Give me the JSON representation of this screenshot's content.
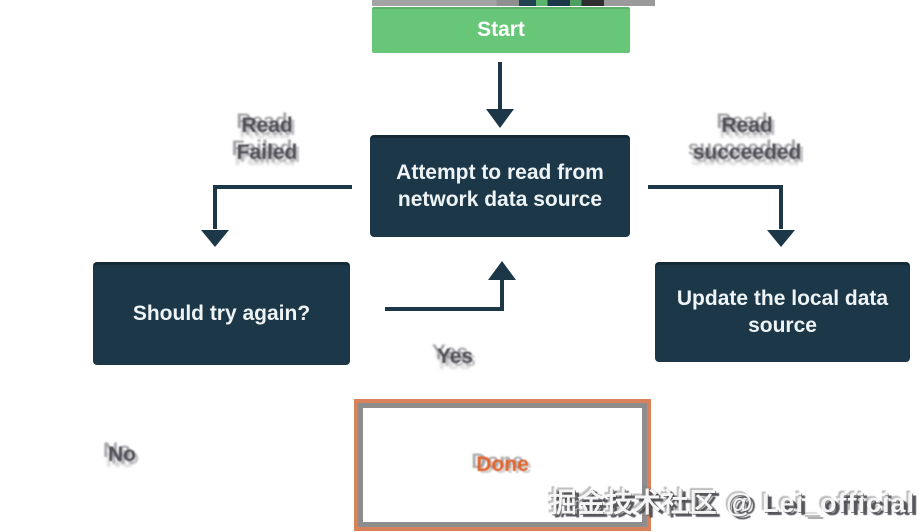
{
  "diagram": {
    "nodes": {
      "start": {
        "label": "Start"
      },
      "attempt": {
        "lines": [
          "Attempt to read from",
          "network data source"
        ]
      },
      "should_try": {
        "label": "Should try again?"
      },
      "update": {
        "lines": [
          "Update the local data",
          "source"
        ]
      },
      "done": {
        "label": "Done"
      }
    },
    "edge_labels": {
      "read_failed": {
        "lines": [
          "Read",
          "Failed"
        ]
      },
      "read_succeeded": {
        "lines": [
          "Read",
          "succeeded"
        ]
      },
      "yes": "Yes",
      "no": "No"
    },
    "colors": {
      "start_green": "#67c677",
      "node_navy": "#1c3747",
      "done_border_orange": "#d9815a",
      "done_text_orange": "#e2632d",
      "ghost_gray": "#8d8d8d",
      "connector": "#1c3747"
    }
  },
  "watermark": {
    "text": "掘金技术社区 @ Lei_official"
  }
}
